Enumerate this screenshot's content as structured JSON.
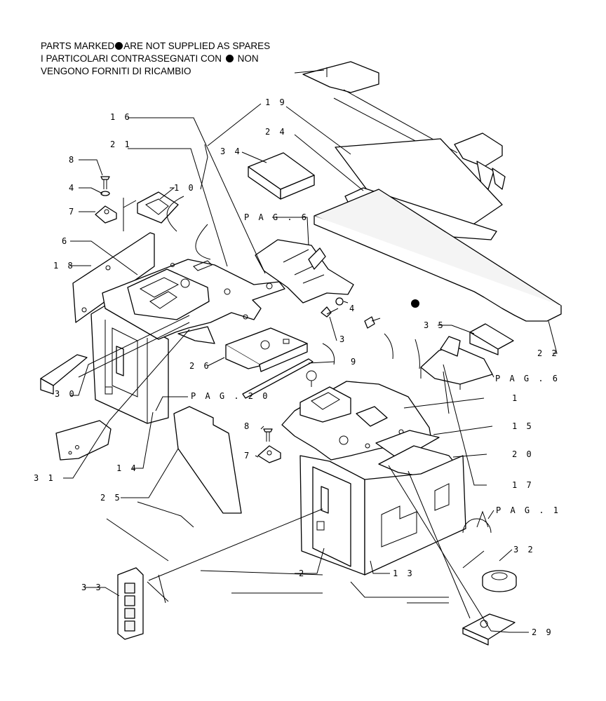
{
  "notes": {
    "line1_a": "PARTS MARKED",
    "line1_b": "ARE NOT SUPPLIED AS SPARES",
    "line2_a": "I PARTICOLARI  CONTRASSEGNATI  CON",
    "line2_b": "NON",
    "line3": "VENGONO FORNITI DI RICAMBIO"
  },
  "callouts": [
    {
      "id": "c19",
      "text": "1 9"
    },
    {
      "id": "c16",
      "text": "1 6"
    },
    {
      "id": "c24",
      "text": "2 4"
    },
    {
      "id": "c21",
      "text": "2 1"
    },
    {
      "id": "c34",
      "text": "3 4"
    },
    {
      "id": "c8a",
      "text": "8"
    },
    {
      "id": "c10",
      "text": "1 0"
    },
    {
      "id": "c4a",
      "text": "4"
    },
    {
      "id": "c7a",
      "text": "7"
    },
    {
      "id": "cpag6a",
      "text": "P A G . 6"
    },
    {
      "id": "c6",
      "text": "6"
    },
    {
      "id": "c18",
      "text": "1 8"
    },
    {
      "id": "c4b",
      "text": "4"
    },
    {
      "id": "c3",
      "text": "3"
    },
    {
      "id": "c35",
      "text": "3 5"
    },
    {
      "id": "c22",
      "text": "2 2"
    },
    {
      "id": "c9",
      "text": "9"
    },
    {
      "id": "c26",
      "text": "2 6"
    },
    {
      "id": "cpag6b",
      "text": "P A G . 6"
    },
    {
      "id": "c30",
      "text": "3 0"
    },
    {
      "id": "cpag20",
      "text": "P A G . 2 0"
    },
    {
      "id": "c1",
      "text": "1"
    },
    {
      "id": "c8b",
      "text": "8"
    },
    {
      "id": "c15",
      "text": "1 5"
    },
    {
      "id": "c7b",
      "text": "7"
    },
    {
      "id": "c20",
      "text": "2 0"
    },
    {
      "id": "c31",
      "text": "3 1"
    },
    {
      "id": "c14",
      "text": "1 4"
    },
    {
      "id": "c17",
      "text": "1 7"
    },
    {
      "id": "c25",
      "text": "2 5"
    },
    {
      "id": "cpag1",
      "text": "P A G . 1"
    },
    {
      "id": "c32",
      "text": "3 2"
    },
    {
      "id": "c2",
      "text": "2"
    },
    {
      "id": "c13",
      "text": "1 3"
    },
    {
      "id": "c33",
      "text": "3 3"
    },
    {
      "id": "c29",
      "text": "2 9"
    }
  ]
}
